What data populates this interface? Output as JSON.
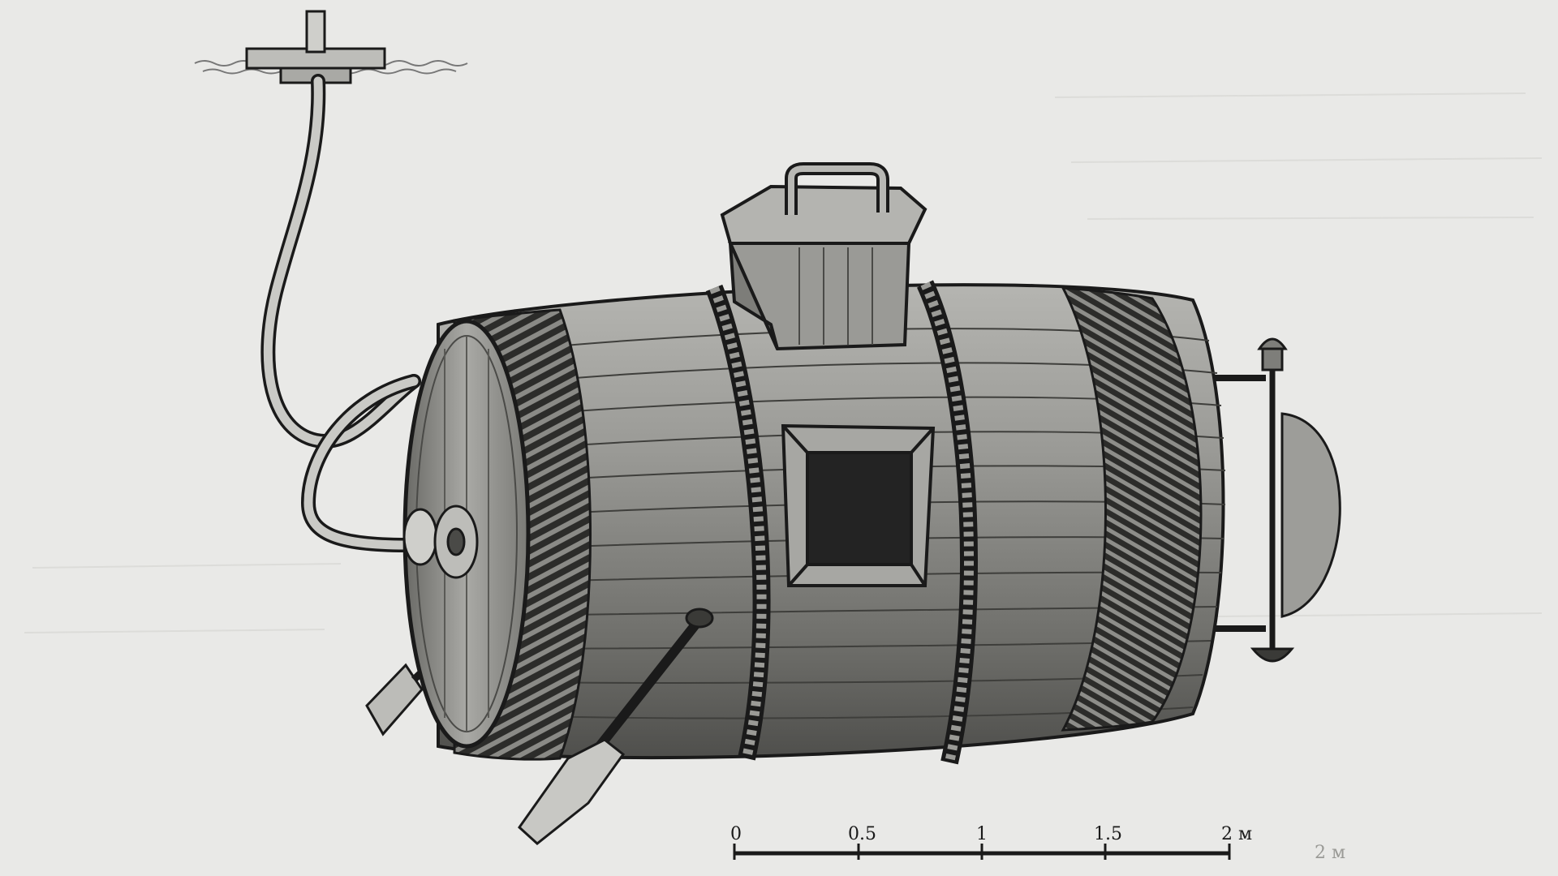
{
  "figure": {
    "subject": "wooden barrel submarine bound with rope",
    "palette": {
      "paper": "#e9e9e7",
      "wood": "#8d8d89",
      "wood_dark": "#4a4a47",
      "ink": "#1a1a1a",
      "glass": "#232323"
    }
  },
  "scale_bar": {
    "ticks": [
      "0",
      "0.5",
      "1",
      "1.5",
      "2 м"
    ],
    "unit": "м",
    "ghost_label": "2 м"
  }
}
